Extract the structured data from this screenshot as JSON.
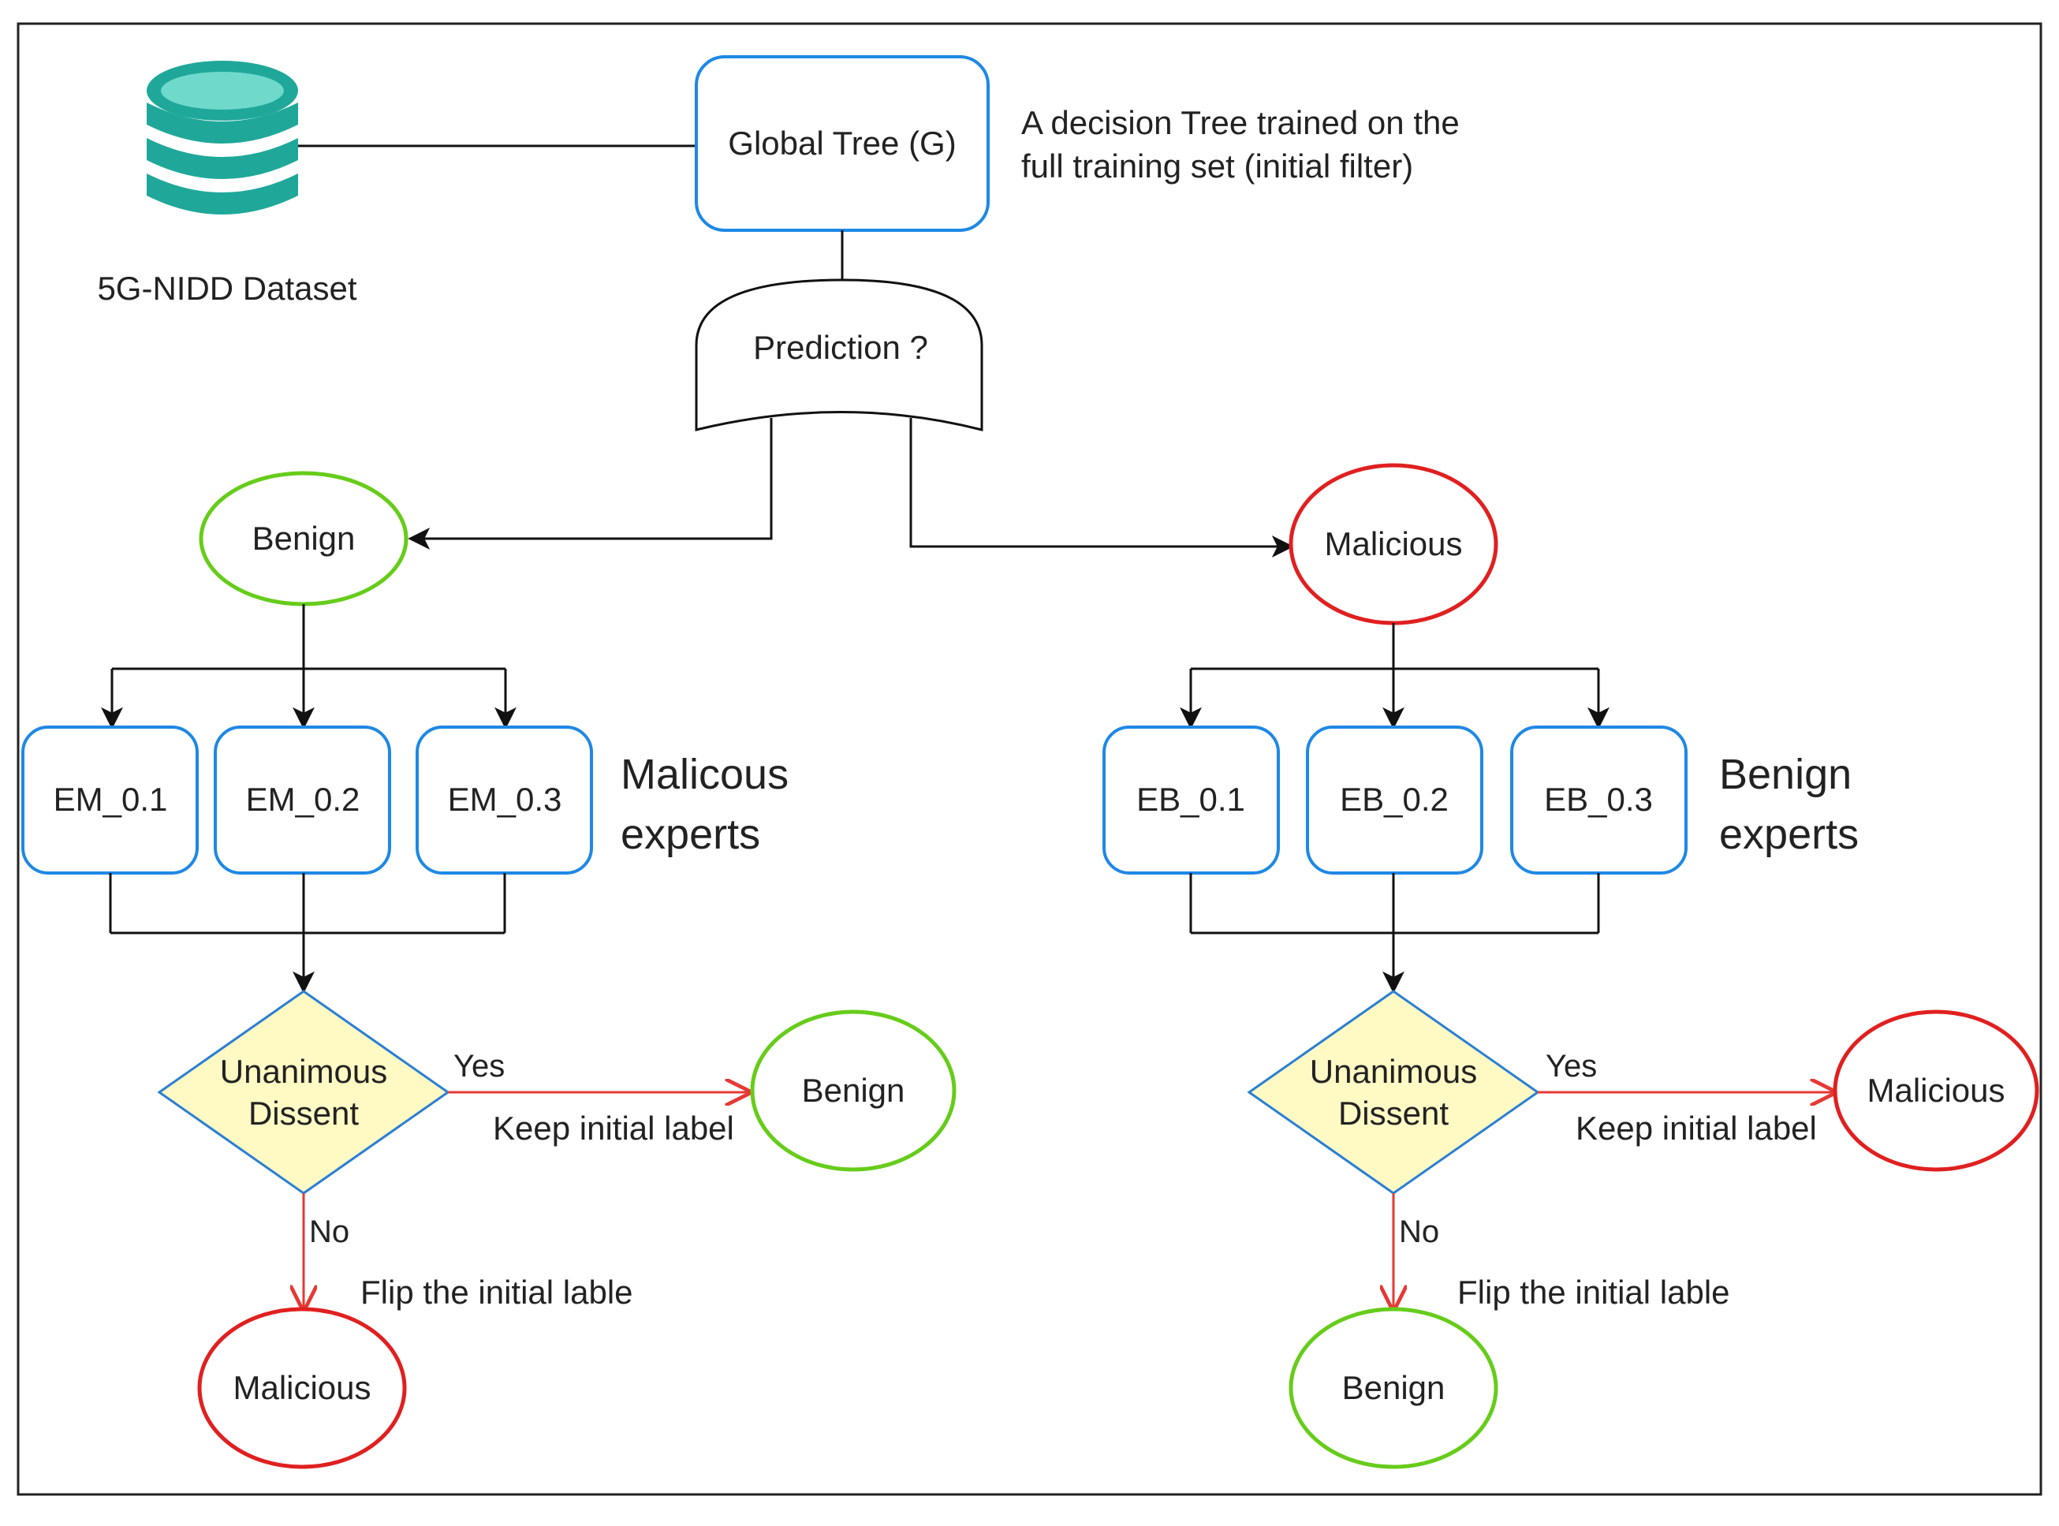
{
  "dataset_label": "5G-NIDD Dataset",
  "global_tree": {
    "label": "Global Tree (G)",
    "description_line1": "A decision Tree trained on the",
    "description_line2": "full training set (initial filter)"
  },
  "prediction_label": "Prediction ?",
  "left_branch": {
    "initial_label": "Benign",
    "experts": [
      "EM_0.1",
      "EM_0.2",
      "EM_0.3"
    ],
    "experts_caption_line1": "Malicous",
    "experts_caption_line2": "experts",
    "decision_line1": "Unanimous",
    "decision_line2": "Dissent",
    "yes_label": "Yes",
    "keep_label": "Keep initial label",
    "yes_outcome": "Benign",
    "no_label": "No",
    "flip_label": "Flip the initial lable",
    "no_outcome": "Malicious"
  },
  "right_branch": {
    "initial_label": "Malicious",
    "experts": [
      "EB_0.1",
      "EB_0.2",
      "EB_0.3"
    ],
    "experts_caption_line1": "Benign",
    "experts_caption_line2": "experts",
    "decision_line1": "Unanimous",
    "decision_line2": "Dissent",
    "yes_label": "Yes",
    "keep_label": "Keep initial label",
    "yes_outcome": "Malicious",
    "no_label": "No",
    "flip_label": "Flip the initial lable",
    "no_outcome": "Benign"
  },
  "colors": {
    "box_stroke": "#1e88e5",
    "benign_stroke": "#66cc1a",
    "malicious_stroke": "#e02020",
    "decision_fill": "#fff9c4",
    "decision_stroke": "#2a7fd4",
    "red_arrow": "#e53935",
    "db_teal": "#1fa89a"
  }
}
